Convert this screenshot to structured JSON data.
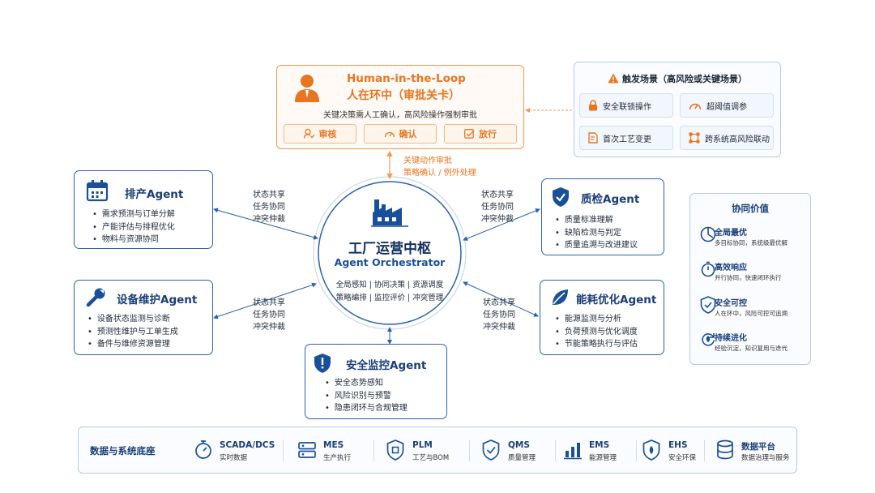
{
  "hitl": {
    "title": "Human-in-the-Loop",
    "subtitle": "人在环中（审批关卡）",
    "description": "关键决策需人工确认，高风险操作强制审批",
    "actions": [
      "审核",
      "确认",
      "放行"
    ]
  },
  "trigger": {
    "title": "触发场景（高风险或关键场景）",
    "items": [
      "安全联锁操作",
      "超阈值调参",
      "首次工艺变更",
      "跨系统高风险联动"
    ]
  },
  "hitl_link": {
    "line1": "关键动作审批",
    "line2": "策略确认 / 例外处理"
  },
  "hub": {
    "title": "工厂运营中枢",
    "subtitle": "Agent Orchestrator",
    "line1": "全局感知 | 协同决策 | 资源调度",
    "line2": "策略编排 | 监控评价 | 冲突管理"
  },
  "edge_labels": {
    "l1": "状态共享",
    "l2": "任务协同",
    "l3": "冲突仲裁"
  },
  "agents": {
    "scheduling": {
      "title": "排产Agent",
      "items": [
        "需求预测与订单分解",
        "产能评估与排程优化",
        "物料与资源协同"
      ]
    },
    "equipment": {
      "title": "设备维护Agent",
      "items": [
        "设备状态监测与诊断",
        "预测性维护与工单生成",
        "备件与维修资源管理"
      ]
    },
    "quality": {
      "title": "质检Agent",
      "items": [
        "质量标准理解",
        "缺陷检测与判定",
        "质量追溯与改进建议"
      ]
    },
    "energy": {
      "title": "能耗优化Agent",
      "items": [
        "能源监测与分析",
        "负荷预测与优化调度",
        "节能策略执行与评估"
      ]
    },
    "safety": {
      "title": "安全监控Agent",
      "items": [
        "安全态势感知",
        "风险识别与预警",
        "隐患闭环与合规管理"
      ]
    }
  },
  "value": {
    "title": "协同价值",
    "items": [
      {
        "name": "全局最优",
        "desc": "多目标协同，系统级最优解"
      },
      {
        "name": "高效响应",
        "desc": "并行协同，快速闭环执行"
      },
      {
        "name": "安全可控",
        "desc": "人在环中，风险可控可追溯"
      },
      {
        "name": "持续进化",
        "desc": "经验沉淀，知识复用与迭代"
      }
    ]
  },
  "base": {
    "title": "数据与系统底座",
    "systems": [
      {
        "name": "SCADA/DCS",
        "desc": "实时数据"
      },
      {
        "name": "MES",
        "desc": "生产执行"
      },
      {
        "name": "PLM",
        "desc": "工艺与BOM"
      },
      {
        "name": "QMS",
        "desc": "质量管理"
      },
      {
        "name": "EMS",
        "desc": "能源管理"
      },
      {
        "name": "EHS",
        "desc": "安全环保"
      },
      {
        "name": "数据平台",
        "desc": "数据治理与服务"
      }
    ]
  },
  "colors": {
    "primary": "#1a4f9a",
    "accent": "#e8751f",
    "border": "#b9cbe0"
  }
}
